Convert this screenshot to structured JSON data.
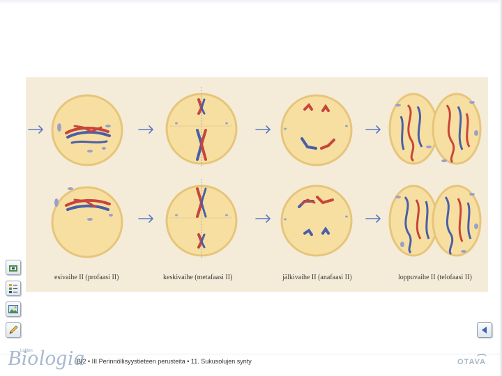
{
  "diagram": {
    "stage_labels": [
      "esivaihe II (profaasi II)",
      "keskivaihe (metafaasi II)",
      "jälkivaihe II (anafaasi II)",
      "loppuvaihe II (telofaasi II)"
    ],
    "colors": {
      "panel": "#f4ecd9",
      "cell_fill": "#f7dfa2",
      "cell_edge": "#e6c57b",
      "chromosome_red": "#c8453a",
      "chromosome_blue": "#4b5fa8",
      "organelle": "#9aa0c8",
      "arrow": "#5b79c4"
    }
  },
  "sidebar": {
    "icons": [
      "home-icon",
      "contents-icon",
      "image-icon",
      "notes-icon"
    ]
  },
  "navigation": {
    "back_icon": "triangle-left-icon"
  },
  "footer": {
    "logo_small": "Lukion",
    "logo_main": "Biologia",
    "text": "BI2 • III Perinnöllisyystieteen perusteita • 11. Sukusolujen synty",
    "publisher": "OTAVA"
  }
}
